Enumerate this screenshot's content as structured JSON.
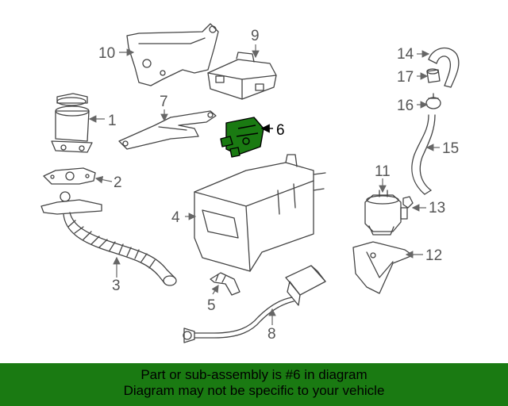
{
  "callouts": [
    "1",
    "2",
    "3",
    "4",
    "5",
    "6",
    "7",
    "8",
    "9",
    "10",
    "11",
    "12",
    "13",
    "14",
    "15",
    "16",
    "17"
  ],
  "highlight_callout": "6",
  "highlight_color": "#1a7a12",
  "banner": {
    "line1": "Part or sub-assembly is #6 in diagram",
    "line2": "Diagram may not be specific to your vehicle",
    "background": "#1a7a12"
  }
}
